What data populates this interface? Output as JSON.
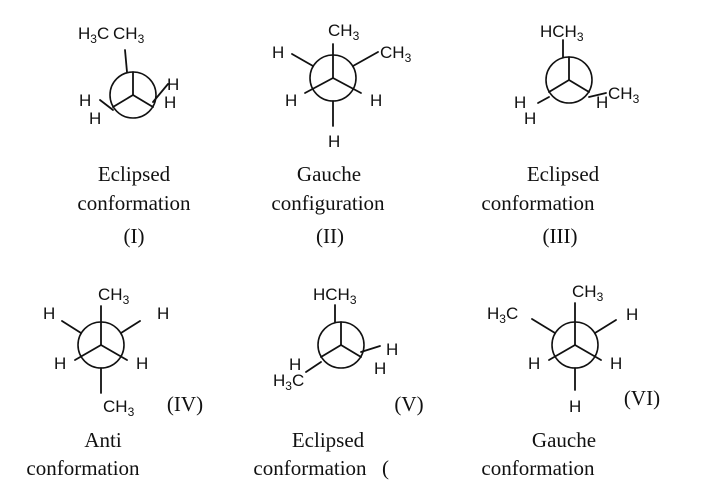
{
  "panels": [
    {
      "numeral": "(I)",
      "caption_line1": "Eclipsed",
      "caption_line2": "conformation",
      "front": [
        "H3CCH3 (top)",
        "H (lower-left)",
        "H (right)"
      ],
      "back": [
        "CH3 (top, eclipsed)",
        "H (lower-left, eclipsed)",
        "H (right, eclipsed)"
      ]
    },
    {
      "numeral": "(II)",
      "caption_line1": "Gauche",
      "caption_line2": "configuration",
      "front": [
        "CH3 (top)",
        "H (lower-left)",
        "H (lower-right)"
      ],
      "back": [
        "H (upper-left)",
        "CH3 (upper-right)",
        "H (bottom)"
      ]
    },
    {
      "numeral": "(III)",
      "caption_line1": "Eclipsed",
      "caption_line2": "conformation",
      "front": [
        "H (top)",
        "H (lower-left)",
        "CH3 (lower-right)"
      ],
      "back": [
        "CH3 (top, eclipsed)",
        "H (lower-left, eclipsed)",
        "H (lower-right, eclipsed)"
      ]
    },
    {
      "numeral": "(IV)",
      "caption_line1": "Anti",
      "caption_line2": "conformation",
      "front": [
        "CH3 (top)",
        "H (lower-left)",
        "H (lower-right)"
      ],
      "back": [
        "H (upper-left)",
        "H (upper-right)",
        "CH3 (bottom)"
      ]
    },
    {
      "numeral": "(V)",
      "caption_line1": "Eclipsed",
      "caption_line2": "conformation",
      "front": [
        "H (top)",
        "H3C (lower-left)",
        "H (lower-right)"
      ],
      "back": [
        "CH3 (top, eclipsed)",
        "H (lower-left, eclipsed)",
        "H (lower-right, eclipsed)"
      ]
    },
    {
      "numeral": "(VI)",
      "caption_line1": "Gauche",
      "caption_line2": "conformation",
      "front": [
        "CH3 (top)",
        "H (lower-left)",
        "H (lower-right)"
      ],
      "back": [
        "H3C (upper-left)",
        "H (upper-right)",
        "H (bottom)"
      ]
    }
  ],
  "labels": {
    "h3cch3": "H3CCH3",
    "h3c": "H3C",
    "ch3": "CH3",
    "hch3": "HCH3",
    "h": "H",
    "h3_sub": "3",
    "c": "C",
    "ch": "CH",
    "hch": "HCH",
    "h3c_h": "H",
    "tick_mark": "("
  }
}
